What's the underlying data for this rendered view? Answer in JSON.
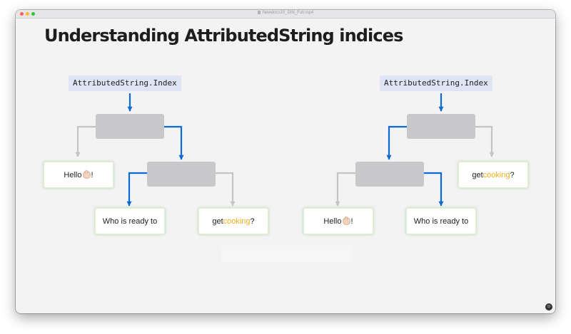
{
  "window": {
    "title": "Newdocs20_DIN_Full.mp4"
  },
  "slide": {
    "title": "Understanding AttributedString indices"
  },
  "left_tree": {
    "index_label": "AttributedString.Index",
    "leaf_hello": {
      "before": "Hello ",
      "emoji": "waving-hand-icon",
      "after": "!"
    },
    "leaf_who": "Who is ready to",
    "leaf_get": {
      "before": "get ",
      "accent": "cooking",
      "after": "?"
    }
  },
  "right_tree": {
    "index_label": "AttributedString.Index",
    "leaf_get": {
      "before": "get ",
      "accent": "cooking",
      "after": "?"
    },
    "leaf_hello": {
      "before": "Hello ",
      "emoji": "waving-hand-icon",
      "after": "!"
    },
    "leaf_who": "Who is ready to"
  },
  "colors": {
    "highlight_path": "#0a6bd6",
    "inactive_path": "#c4c4c7",
    "accent_text": "#eeae1c",
    "index_label_bg": "#dfe5f4"
  },
  "icons": {
    "corner": "smiley-icon"
  }
}
